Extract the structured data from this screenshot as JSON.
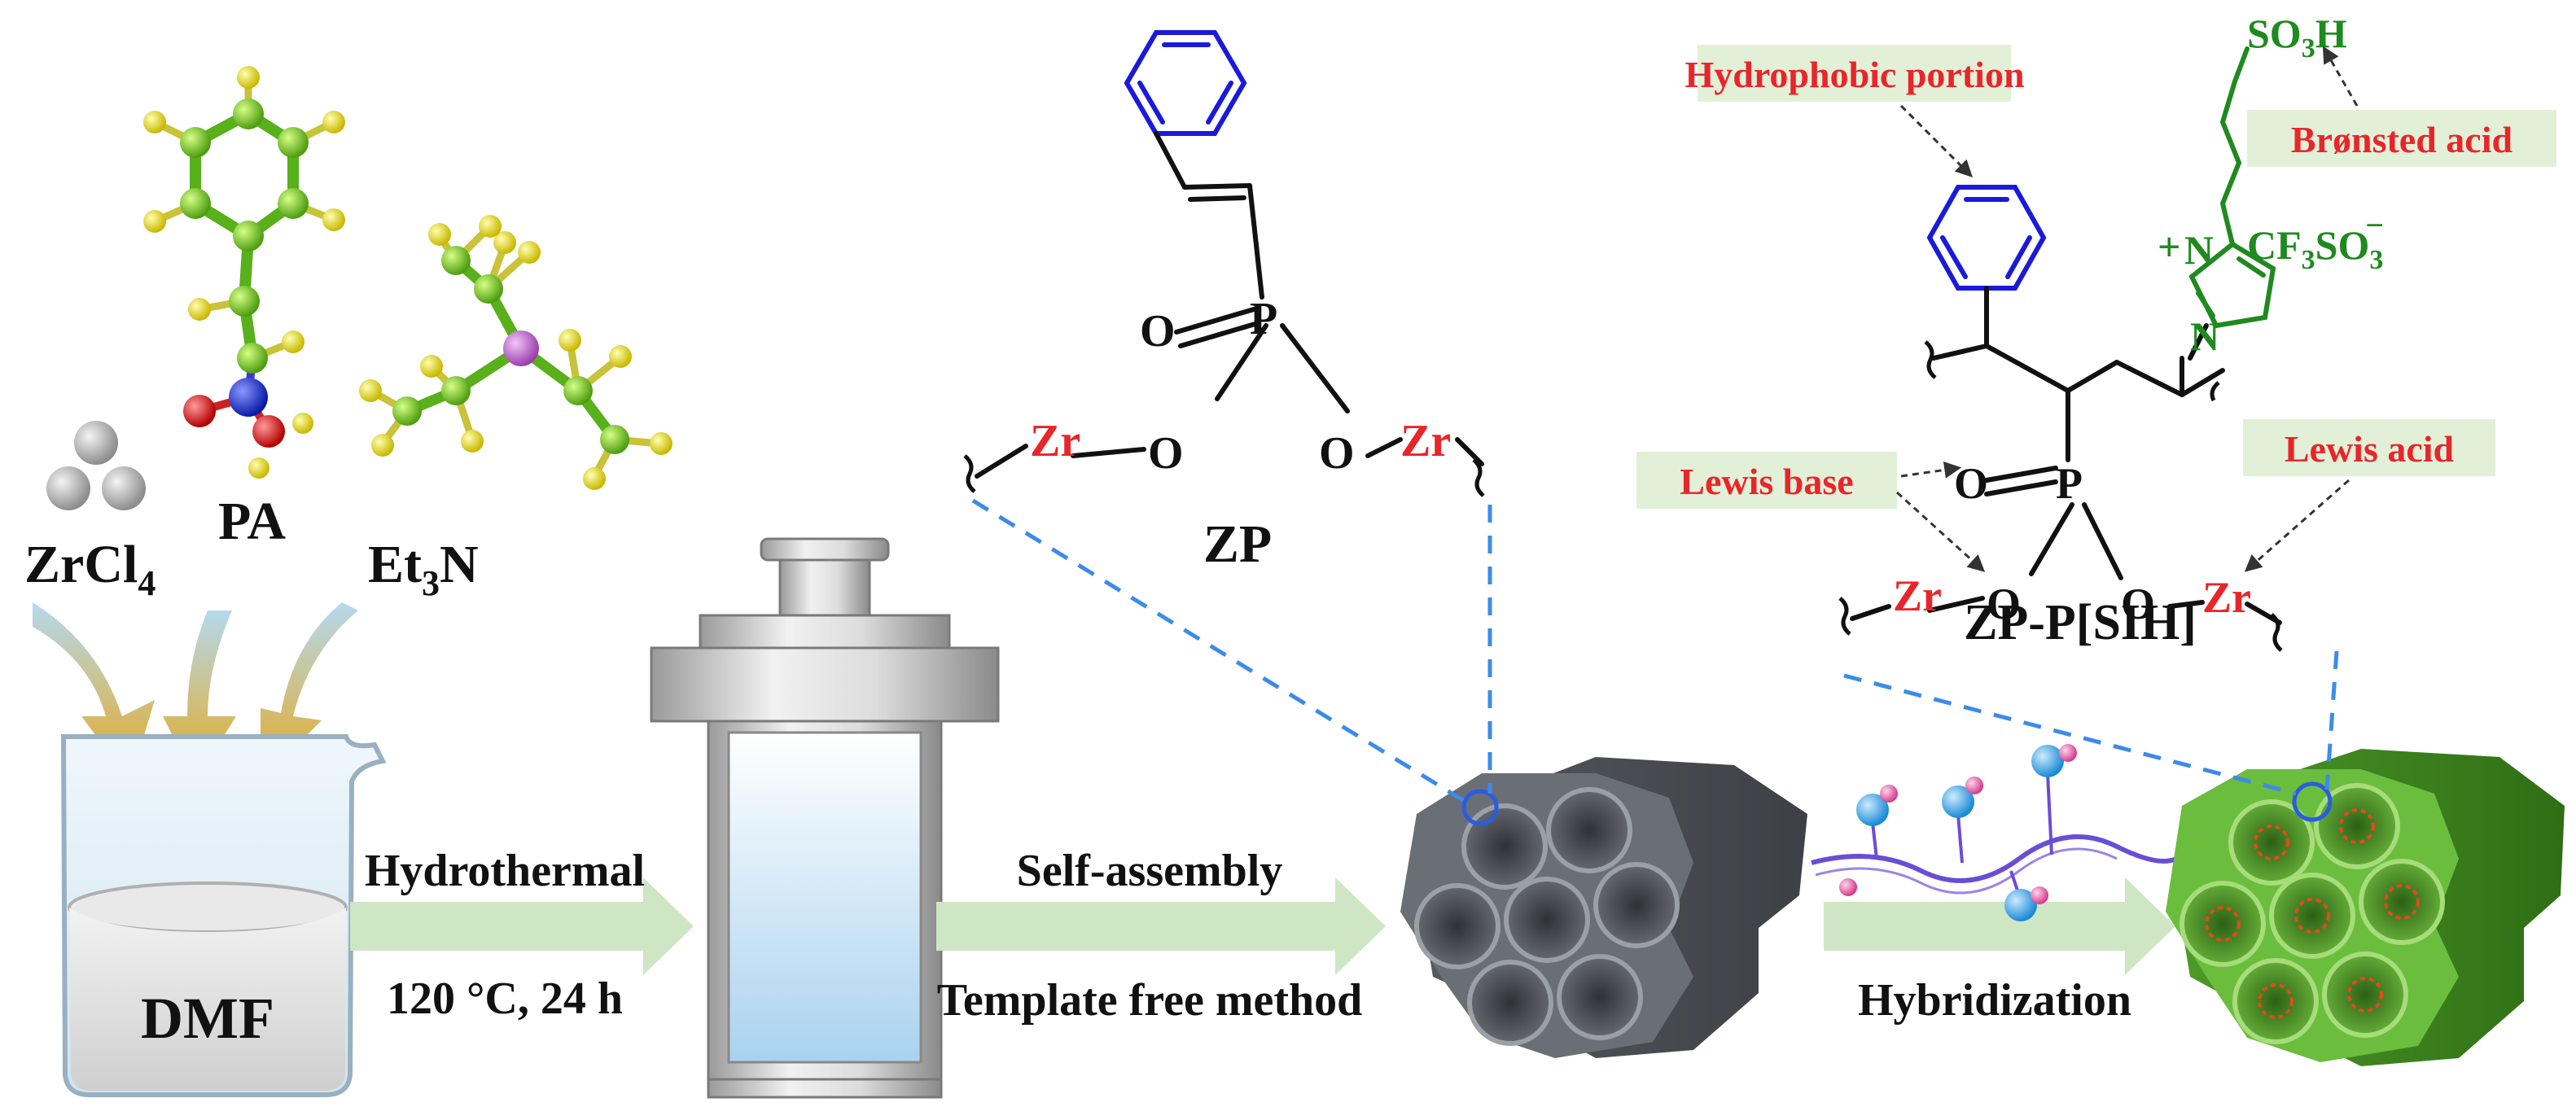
{
  "reagents": {
    "zrcl4": "ZrCl",
    "zrcl4_sub": "4",
    "pa": "PA",
    "et3n_a": "Et",
    "et3n_sub": "3",
    "et3n_b": "N"
  },
  "beaker_label": "DMF",
  "step1": {
    "top": "Hydrothermal",
    "bottom": "120 °C, 24 h"
  },
  "step2": {
    "top": "Self-assembly",
    "bottom": "Template free method"
  },
  "step3": {
    "bottom": "Hybridization"
  },
  "zp": {
    "name": "ZP",
    "atoms": {
      "zr": "Zr",
      "o": "O",
      "p": "P"
    }
  },
  "zp_p_silh": {
    "name": "ZP-P[SIH]",
    "so3h": "SO",
    "so3h_sub": "3",
    "so3h_end": "H",
    "anion": "CF",
    "anion_sub": "3",
    "anion_end": "SO",
    "anion_sub2": "3",
    "anion_sup": "−",
    "n_plus": "N",
    "n": "N",
    "plus": "+"
  },
  "callouts": {
    "hydrophobic": "Hydrophobic portion",
    "bronsted": "Brønsted acid",
    "lewis_base": "Lewis base",
    "lewis_acid": "Lewis acid"
  },
  "colors": {
    "arrow_fill": "#cfe6c4",
    "callout_box": "#e3f0d8",
    "label_red": "#e8262a",
    "label_green": "#1f8a1f",
    "phenyl_blue": "#1a1adb",
    "dashed_blue": "#3d8be8",
    "gray_hex": "#6b6e73",
    "green_hex": "#6bbd3e",
    "carbon_atom": "#7ccf1f",
    "hydrogen_atom": "#f2e51a",
    "oxygen_atom": "#e01b1b",
    "nitrogen_atom": "#1a2fd6",
    "phosphorus_atom": "#c86ed8"
  }
}
